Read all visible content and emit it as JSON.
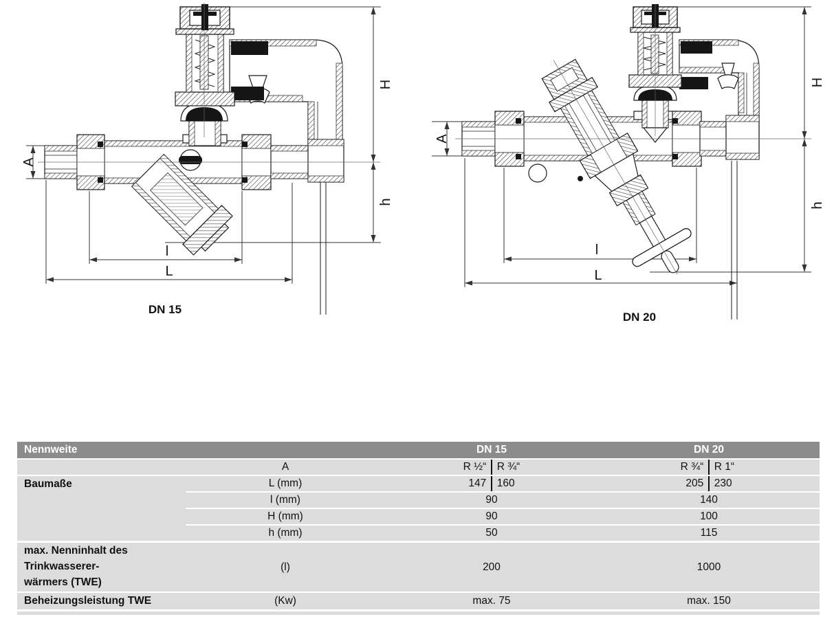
{
  "drawings": {
    "dn15": {
      "caption": "DN 15",
      "dims": {
        "A": "A",
        "H": "H",
        "h": "h",
        "l": "l",
        "L": "L"
      }
    },
    "dn20": {
      "caption": "DN 20",
      "dims": {
        "A": "A",
        "H": "H",
        "h": "h",
        "l": "l",
        "L": "L"
      }
    }
  },
  "table": {
    "header": {
      "col1": "Nennweite",
      "dn15": "DN 15",
      "dn20": "DN 20"
    },
    "rows": {
      "a": {
        "param": "A",
        "dn15a": "R ½“",
        "dn15b": "R ¾“",
        "dn20a": "R ¾“",
        "dn20b": "R 1“"
      },
      "baumasse_label": "Baumaße",
      "L": {
        "param": "L (mm)",
        "dn15a": "147",
        "dn15b": "160",
        "dn20a": "205",
        "dn20b": "230"
      },
      "l": {
        "param": "l (mm)",
        "dn15": "90",
        "dn20": "140"
      },
      "H": {
        "param": "H (mm)",
        "dn15": "90",
        "dn20": "100"
      },
      "h": {
        "param": "h (mm)",
        "dn15": "50",
        "dn20": "115"
      },
      "inhalt": {
        "label1": "max. Nenninhalt des",
        "label2": "Trinkwasserer-",
        "label3": "wärmers (TWE)",
        "param": "(l)",
        "dn15": "200",
        "dn20": "1000"
      },
      "leistung": {
        "label": "Beheizungsleistung TWE",
        "param": "(Kw)",
        "dn15": "max. 75",
        "dn20": "max. 150"
      }
    }
  },
  "colors": {
    "header_bg": "#8c8c8c",
    "row_bg": "#dcdcdc",
    "line": "#1a1a1a"
  }
}
